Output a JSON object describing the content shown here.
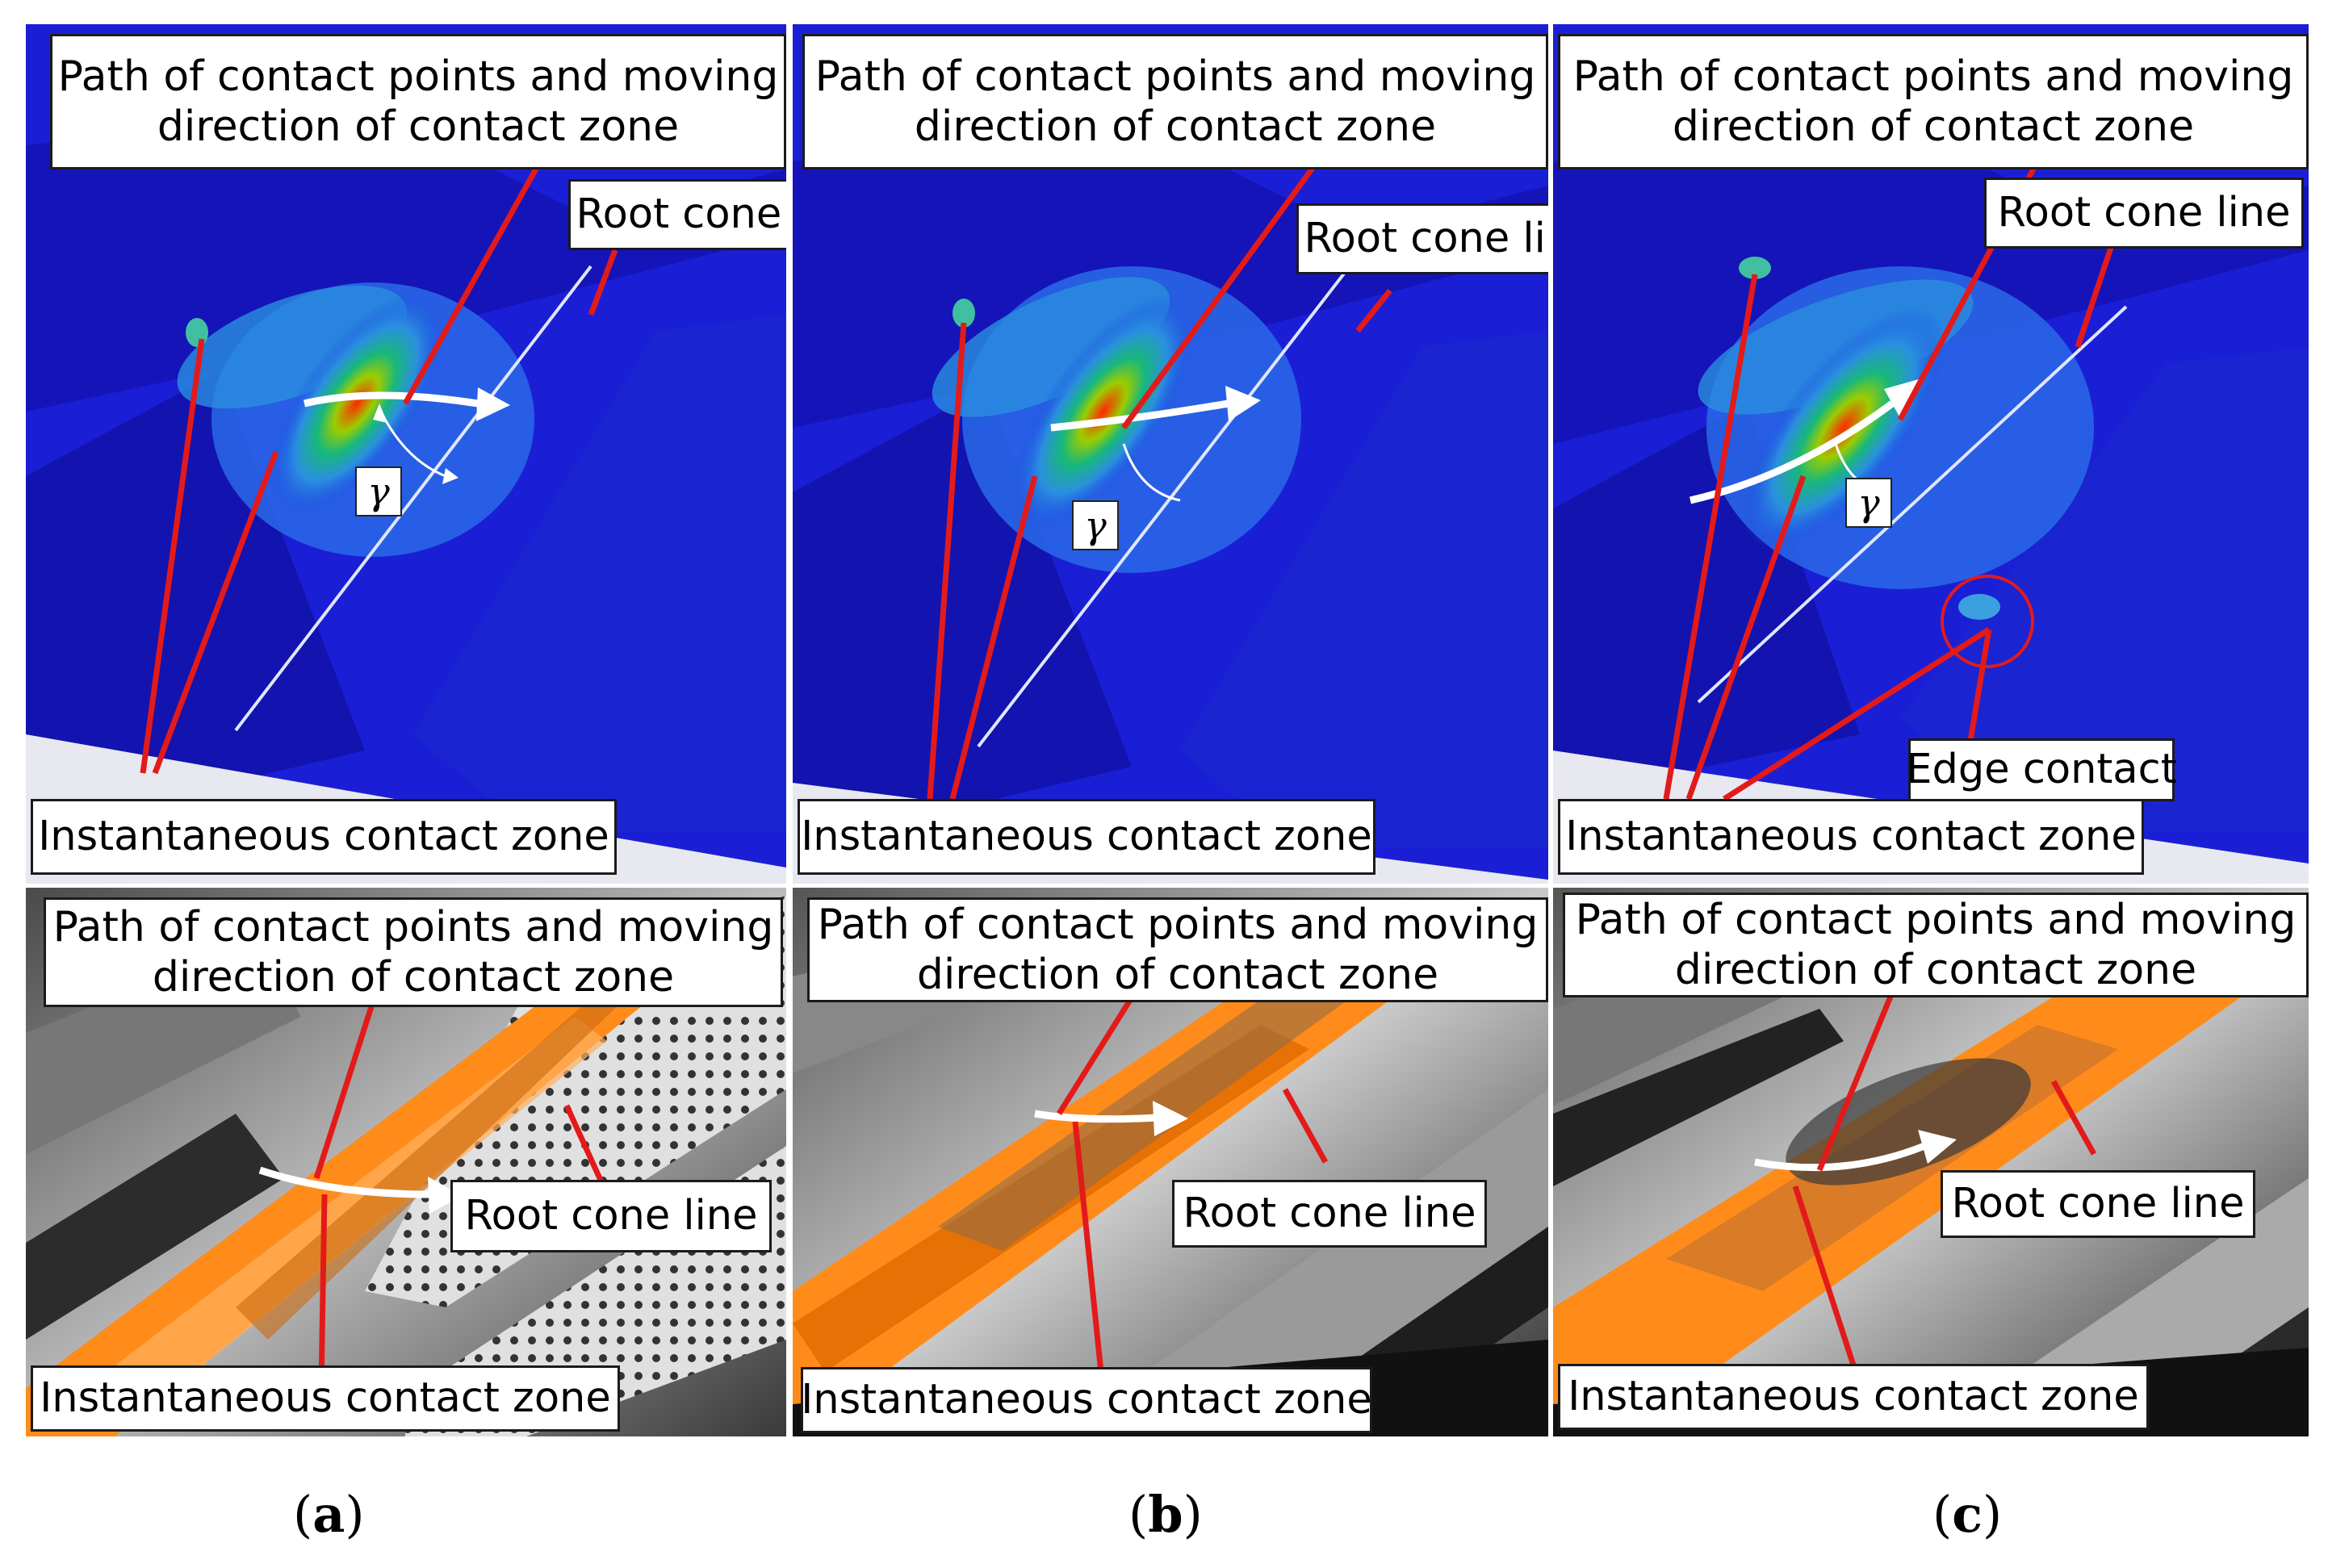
{
  "labels": {
    "path_line1": "Path of contact points and moving",
    "path_line2": "direction of contact zone",
    "root_cone": "Root cone line",
    "instantaneous": "Instantaneous contact zone",
    "edge_contact": "Edge contact",
    "gamma": "γ"
  },
  "captions": [
    {
      "open": "(",
      "letter": "a",
      "close": ")"
    },
    {
      "open": "(",
      "letter": "b",
      "close": ")"
    },
    {
      "open": "(",
      "letter": "c",
      "close": ")"
    }
  ],
  "colors": {
    "leader_line": "#e31a1a",
    "simulation_background": "#1a1fd6",
    "contact_paint": "#ff8c1a"
  }
}
